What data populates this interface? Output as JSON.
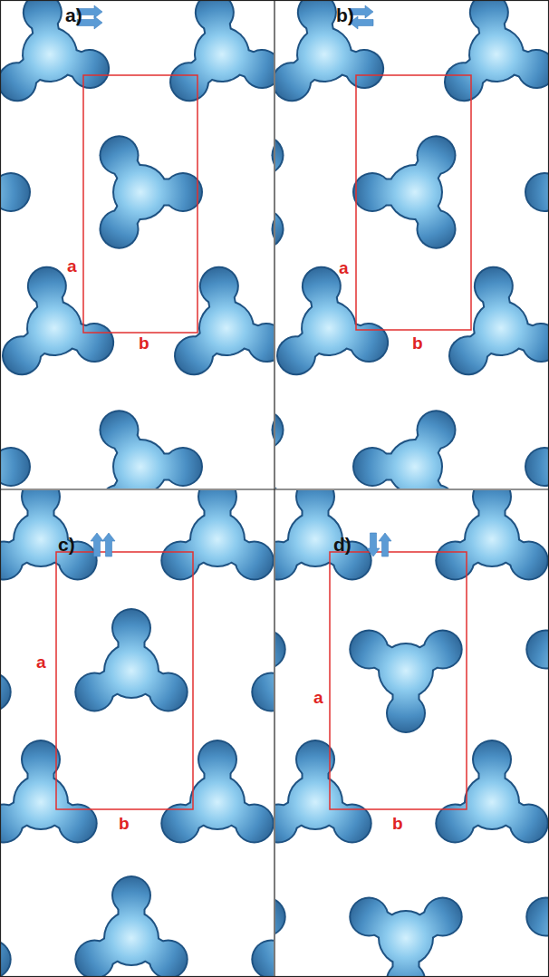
{
  "diagram": {
    "labels": [
      "a)",
      "a",
      "b",
      "b)",
      "a",
      "b",
      "c)",
      "a",
      "b",
      "d)",
      "a",
      "b"
    ]
  }
}
